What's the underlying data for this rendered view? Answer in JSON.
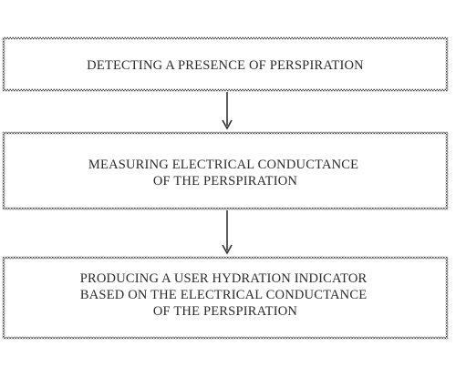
{
  "steps": [
    {
      "lines": [
        "DETECTING A PRESENCE OF PERSPIRATION"
      ]
    },
    {
      "lines": [
        "MEASURING ELECTRICAL CONDUCTANCE",
        "OF THE PERSPIRATION"
      ]
    },
    {
      "lines": [
        "PRODUCING A USER HYDRATION INDICATOR",
        "BASED ON THE ELECTRICAL CONDUCTANCE",
        "OF THE PERSPIRATION"
      ]
    }
  ],
  "colors": {
    "border": "#3a3a3a",
    "text": "#2a2a2a",
    "arrow": "#333333"
  }
}
